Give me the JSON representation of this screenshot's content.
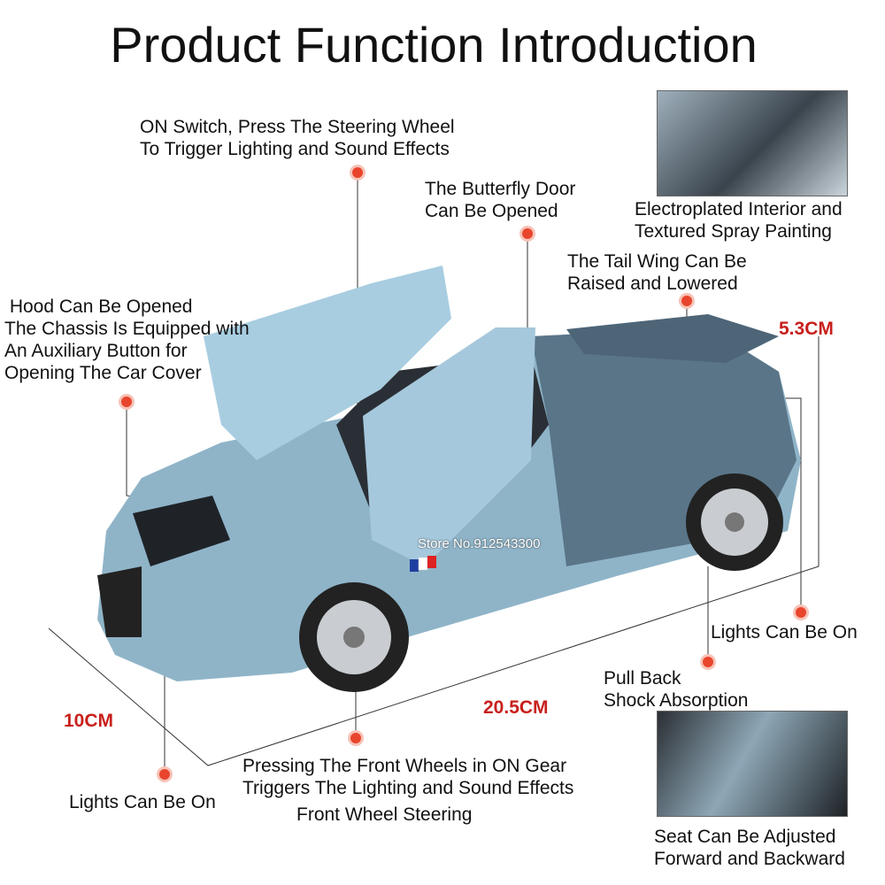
{
  "title": "Product Function Introduction",
  "watermark": "Store No.912543300",
  "labels": {
    "on_switch": "ON Switch, Press The Steering Wheel\nTo Trigger Lighting and Sound Effects",
    "butterfly_door": "The Butterfly Door\nCan Be Opened",
    "interior": "Electroplated Interior and\nTextured Spray Painting",
    "tail_wing": "The Tail Wing Can Be\nRaised and Lowered",
    "hood": " Hood Can Be Opened\nThe Chassis Is Equipped with\nAn Auxiliary Button for\nOpening The Car Cover",
    "rear_lights": "Lights Can Be On",
    "pull_back": "Pull Back\nShock Absorption",
    "front_wheels": "Pressing The Front Wheels in ON Gear\nTriggers The Lighting and Sound Effects",
    "front_steering": "Front Wheel Steering",
    "front_lights": "Lights Can Be On",
    "seat": "Seat Can Be Adjusted\nForward and Backward"
  },
  "dimensions": {
    "height": "5.3CM",
    "width": "10CM",
    "length": "20.5CM"
  },
  "colors": {
    "accent_dot": "#e8452c",
    "dimension_text": "#c8201c",
    "car_body": "#8fb4c8"
  }
}
